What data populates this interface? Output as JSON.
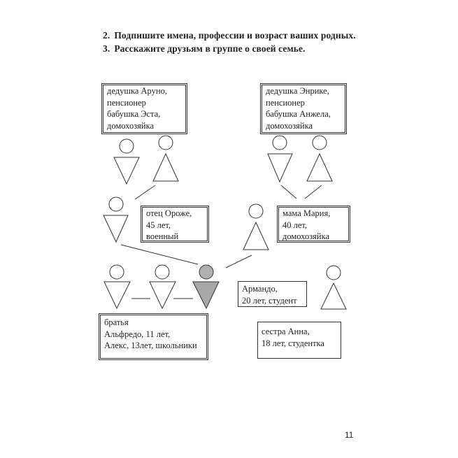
{
  "instructions": [
    {
      "number": "2.",
      "text": "Подпишите имена, профессии и возраст ваших родных."
    },
    {
      "number": "3.",
      "text": "Расскажите друзьям в группе о своей семье."
    }
  ],
  "family": {
    "grandparents_left": "дедушка Аруно,\nпенсионер\nбабушка Эста,\nдомохозяйка",
    "grandparents_right": "дедушка Энрике,\nпенсионер\nбабушка Анжела,\nдомохозяйка",
    "father": "отец Ороже,\n45 лет,\nвоенный",
    "mother": "мама Мария,\n40 лет,\nдомохозяйка",
    "self": "Армандо,\n20 лет, студент",
    "brothers": "братья\nАльфредо, 11 лет,\nАлекс, 13лет, школьники",
    "sister": "сестра Анна,\n18 лет, студентка"
  },
  "colors": {
    "line": "#333333",
    "self_fill": "#a8a8a8",
    "self_head_fill": "#b0b0b0"
  },
  "page_number": "11"
}
